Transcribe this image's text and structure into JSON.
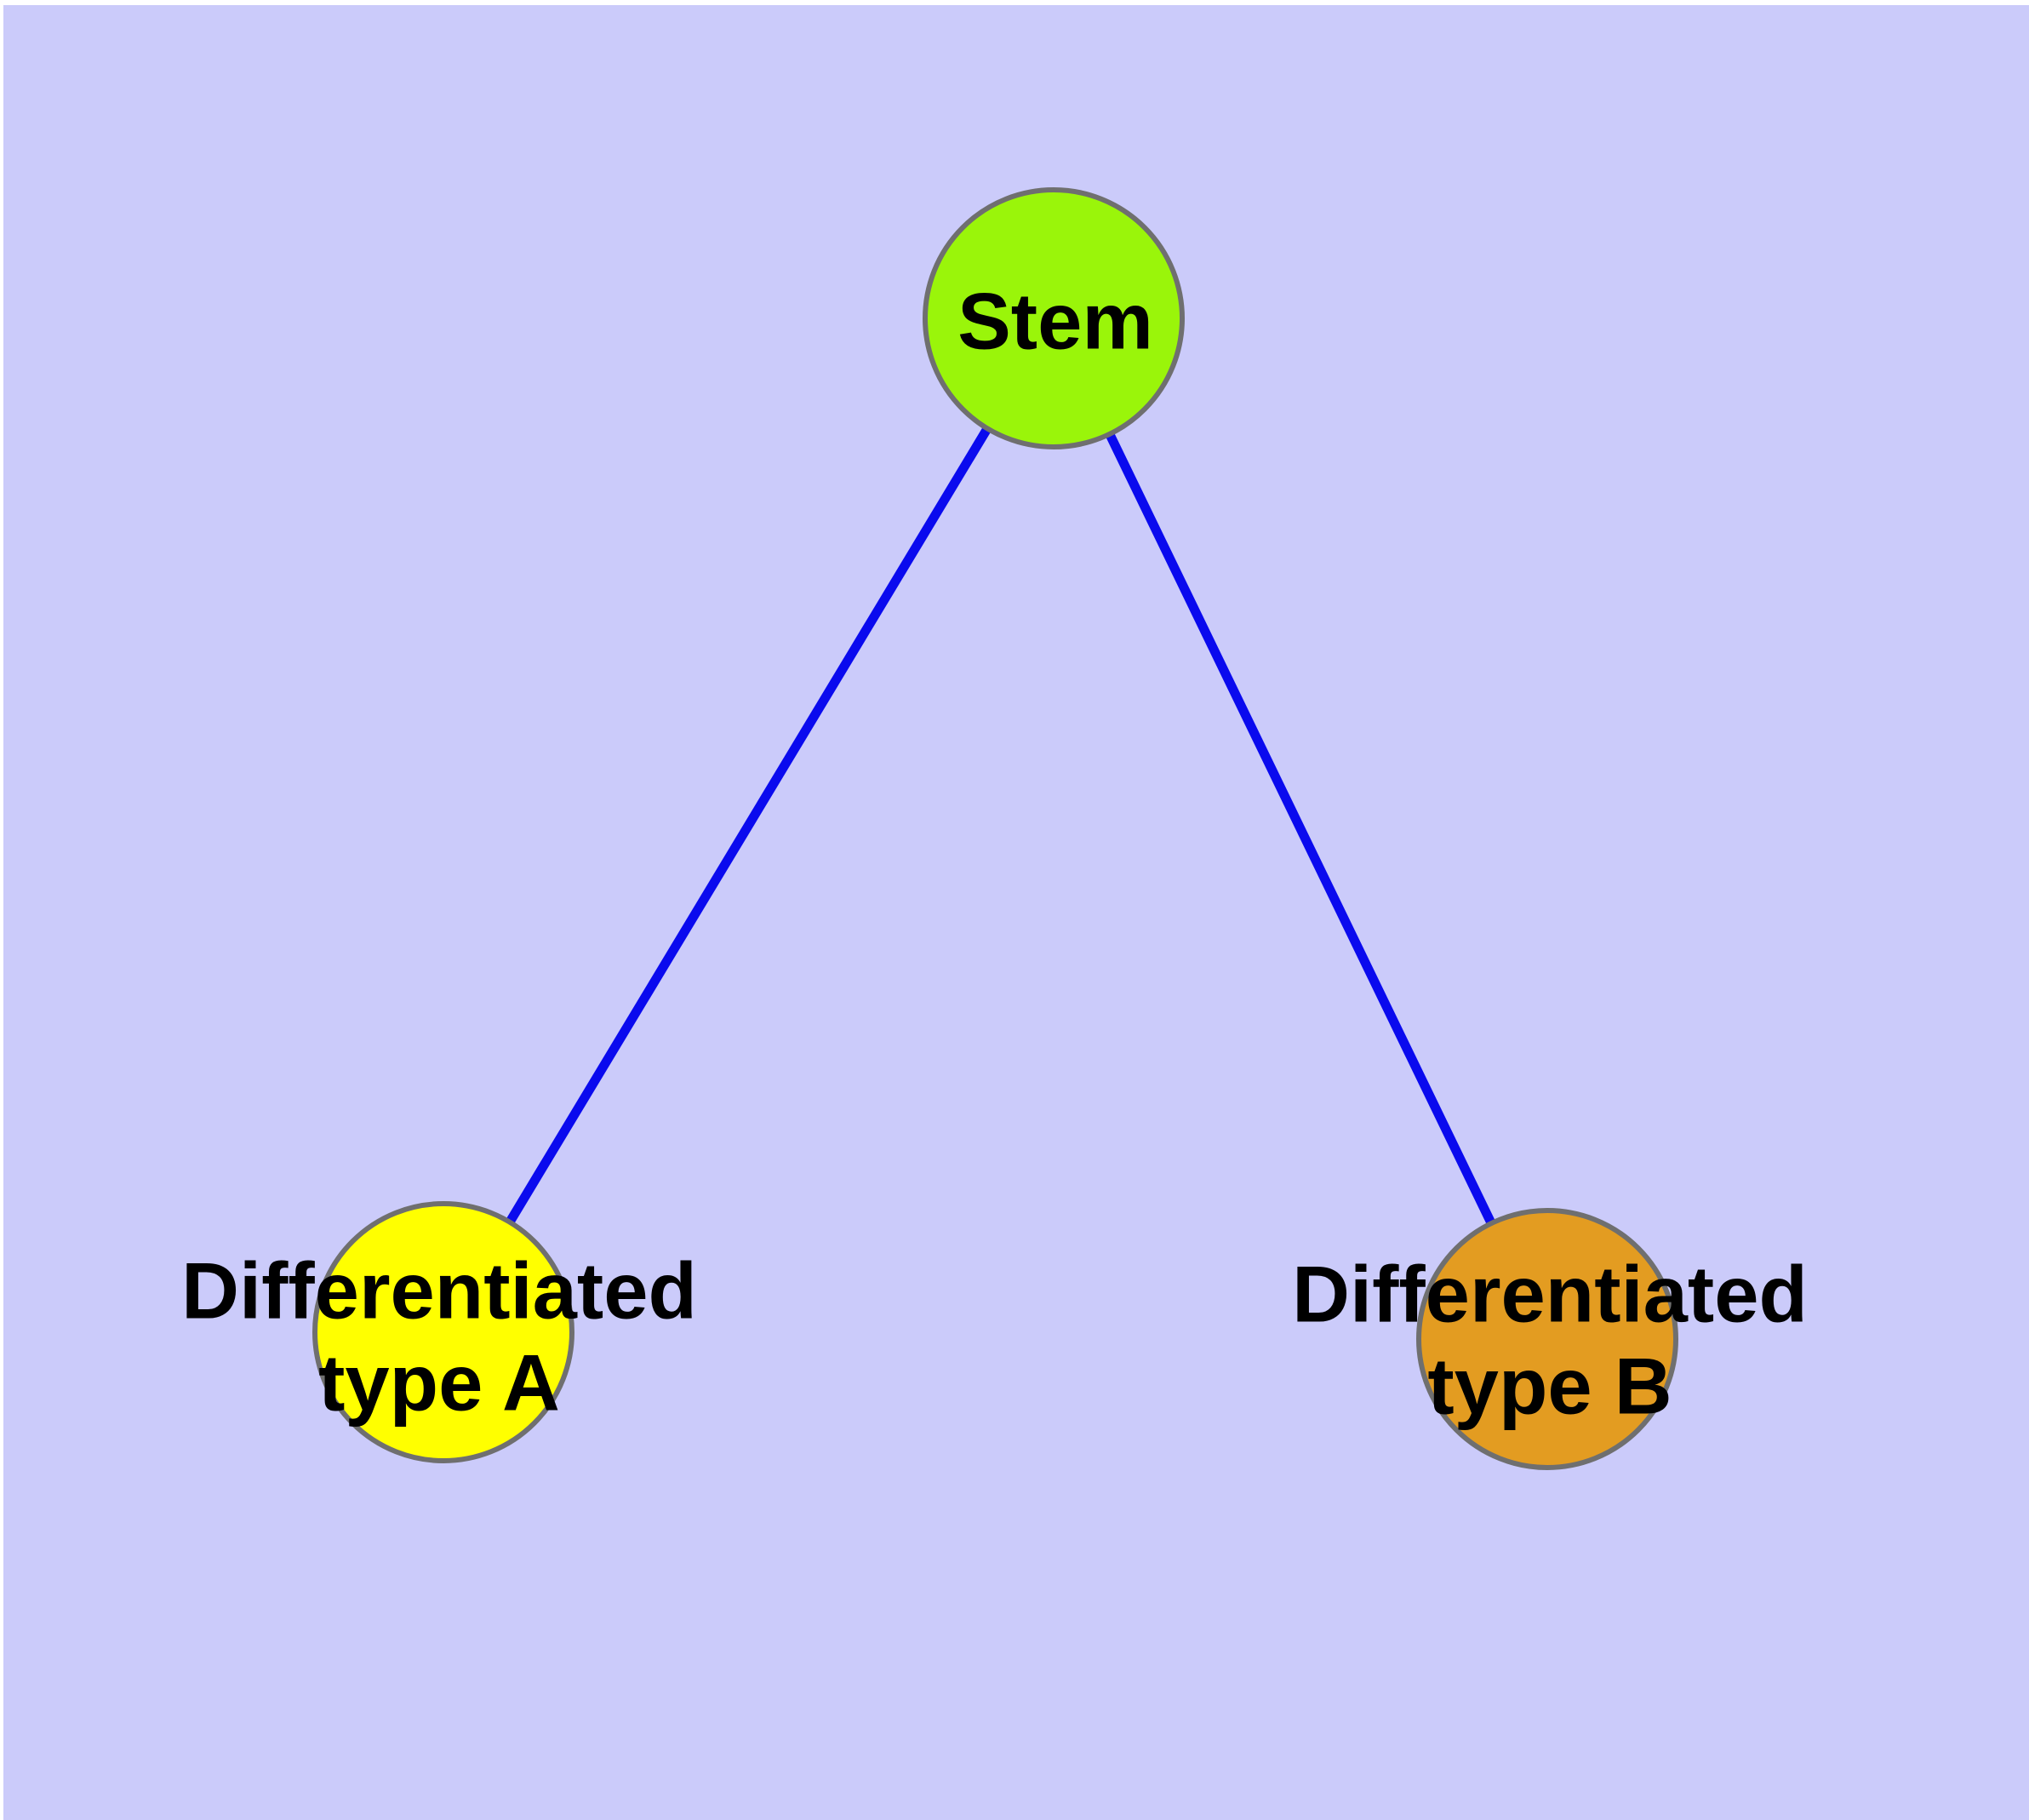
{
  "figure": {
    "type": "graph-diagram",
    "background_color": "#CBCBFA",
    "margin_color": "#FFFFFF",
    "edge_color": "#0A0AEE",
    "node_border_color": "#6F6F6F",
    "label_color": "#000000",
    "nodes": [
      {
        "id": "stem",
        "label": "Stem",
        "color": "#9AF50A"
      },
      {
        "id": "differentiated-type-a",
        "label_line1": "Differentiated",
        "label_line2": "type A",
        "color": "#FFFF00"
      },
      {
        "id": "differentiated-type-b",
        "label_line1": "Differentiated",
        "label_line2": "type B",
        "color": "#E39C21"
      }
    ],
    "edges": [
      {
        "from": "Stem",
        "to": "Differentiated type A"
      },
      {
        "from": "Stem",
        "to": "Differentiated type B"
      }
    ]
  }
}
